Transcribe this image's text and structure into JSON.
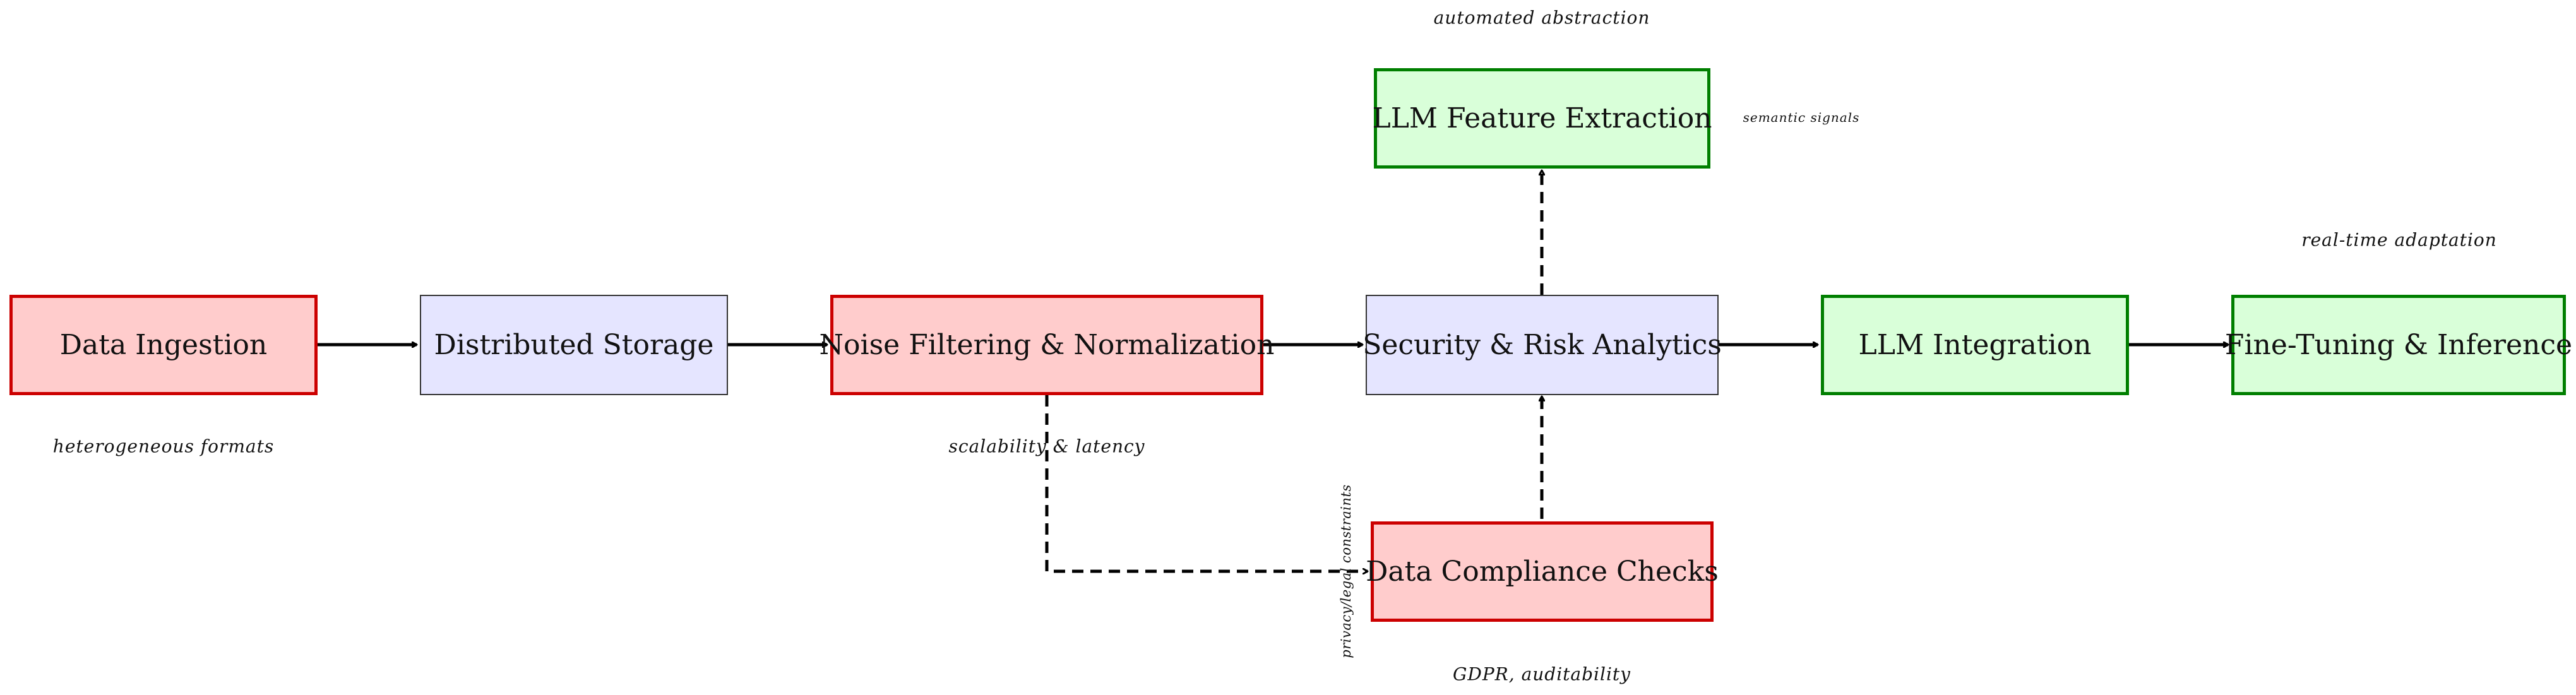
{
  "nodes": {
    "data_ingestion": "Data Ingestion",
    "distributed_storage": "Distributed Storage",
    "noise_filtering": "Noise Filtering & Normalization",
    "security_risk": "Security & Risk Analytics",
    "llm_integration": "LLM Integration",
    "fine_tuning": "Fine-Tuning & Inference",
    "llm_feature_extraction": "LLM Feature Extraction",
    "data_compliance": "Data Compliance Checks"
  },
  "annotations": {
    "automated_abstraction": "automated abstraction",
    "semantic_signals": "semantic signals",
    "real_time_adaptation": "real-time adaptation",
    "heterogeneous_formats": "heterogeneous formats",
    "scalability_latency": "scalability & latency",
    "privacy_legal": "privacy/legal constraints",
    "gdpr_auditability": "GDPR, auditability"
  },
  "colors": {
    "red_fill": "#ffcccc",
    "red_border": "#cc0000",
    "blue_fill": "#e5e5ff",
    "green_fill": "#d9ffd9",
    "green_border": "#007f00",
    "edge": "#000000"
  }
}
